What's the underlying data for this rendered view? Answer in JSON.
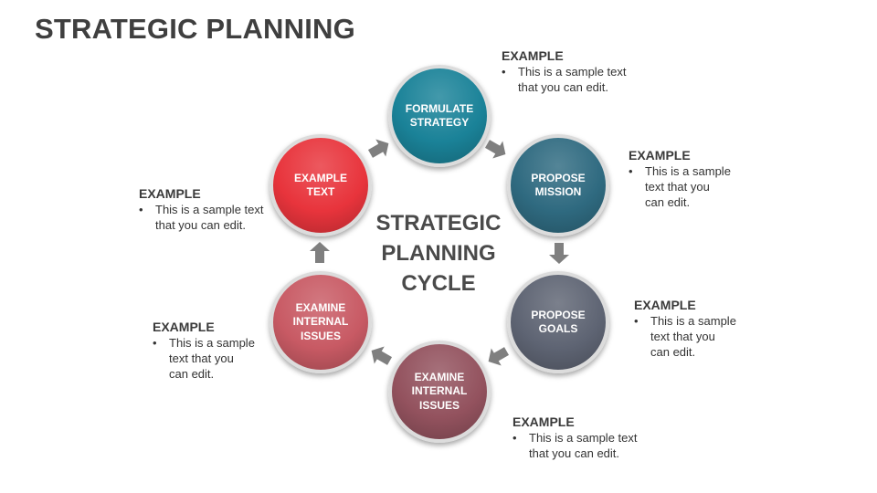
{
  "title": "STRATEGIC PLANNING",
  "center": [
    "STRATEGIC",
    "PLANNING",
    "CYCLE"
  ],
  "colors": {
    "title": "#3f3f3f",
    "formulate": "#1a8298",
    "mission": "#2f6a80",
    "goals": "#5e6473",
    "examine_bottom": "#93525e",
    "examine_left": "#c85a64",
    "example_text": "#e8343c",
    "arrow": "#7f7f7f"
  },
  "nodes": {
    "formulate": [
      "FORMULATE",
      "STRATEGY"
    ],
    "mission": [
      "PROPOSE",
      "MISSION"
    ],
    "goals": [
      "PROPOSE",
      "GOALS"
    ],
    "examine_bottom": [
      "EXAMINE",
      "INTERNAL",
      "ISSUES"
    ],
    "examine_left": [
      "EXAMINE",
      "INTERNAL",
      "ISSUES"
    ],
    "example_text": [
      "EXAMPLE",
      "TEXT"
    ]
  },
  "notes": {
    "top": {
      "heading": "EXAMPLE",
      "bullet": "•",
      "lines": [
        "This is a sample text",
        "that you can edit."
      ]
    },
    "right_upper": {
      "heading": "EXAMPLE",
      "bullet": "•",
      "lines": [
        "This is a sample",
        "text that you",
        "can edit."
      ]
    },
    "right_lower": {
      "heading": "EXAMPLE",
      "bullet": "•",
      "lines": [
        "This is a sample",
        "text that you",
        "can edit."
      ]
    },
    "bottom": {
      "heading": "EXAMPLE",
      "bullet": "•",
      "lines": [
        "This is a sample text",
        "that you can edit."
      ]
    },
    "left_lower": {
      "heading": "EXAMPLE",
      "bullet": "•",
      "lines": [
        "This is a sample",
        "text that you",
        "can edit."
      ]
    },
    "left_upper": {
      "heading": "EXAMPLE",
      "bullet": "•",
      "lines": [
        "This is a sample text",
        "that you can edit."
      ]
    }
  }
}
